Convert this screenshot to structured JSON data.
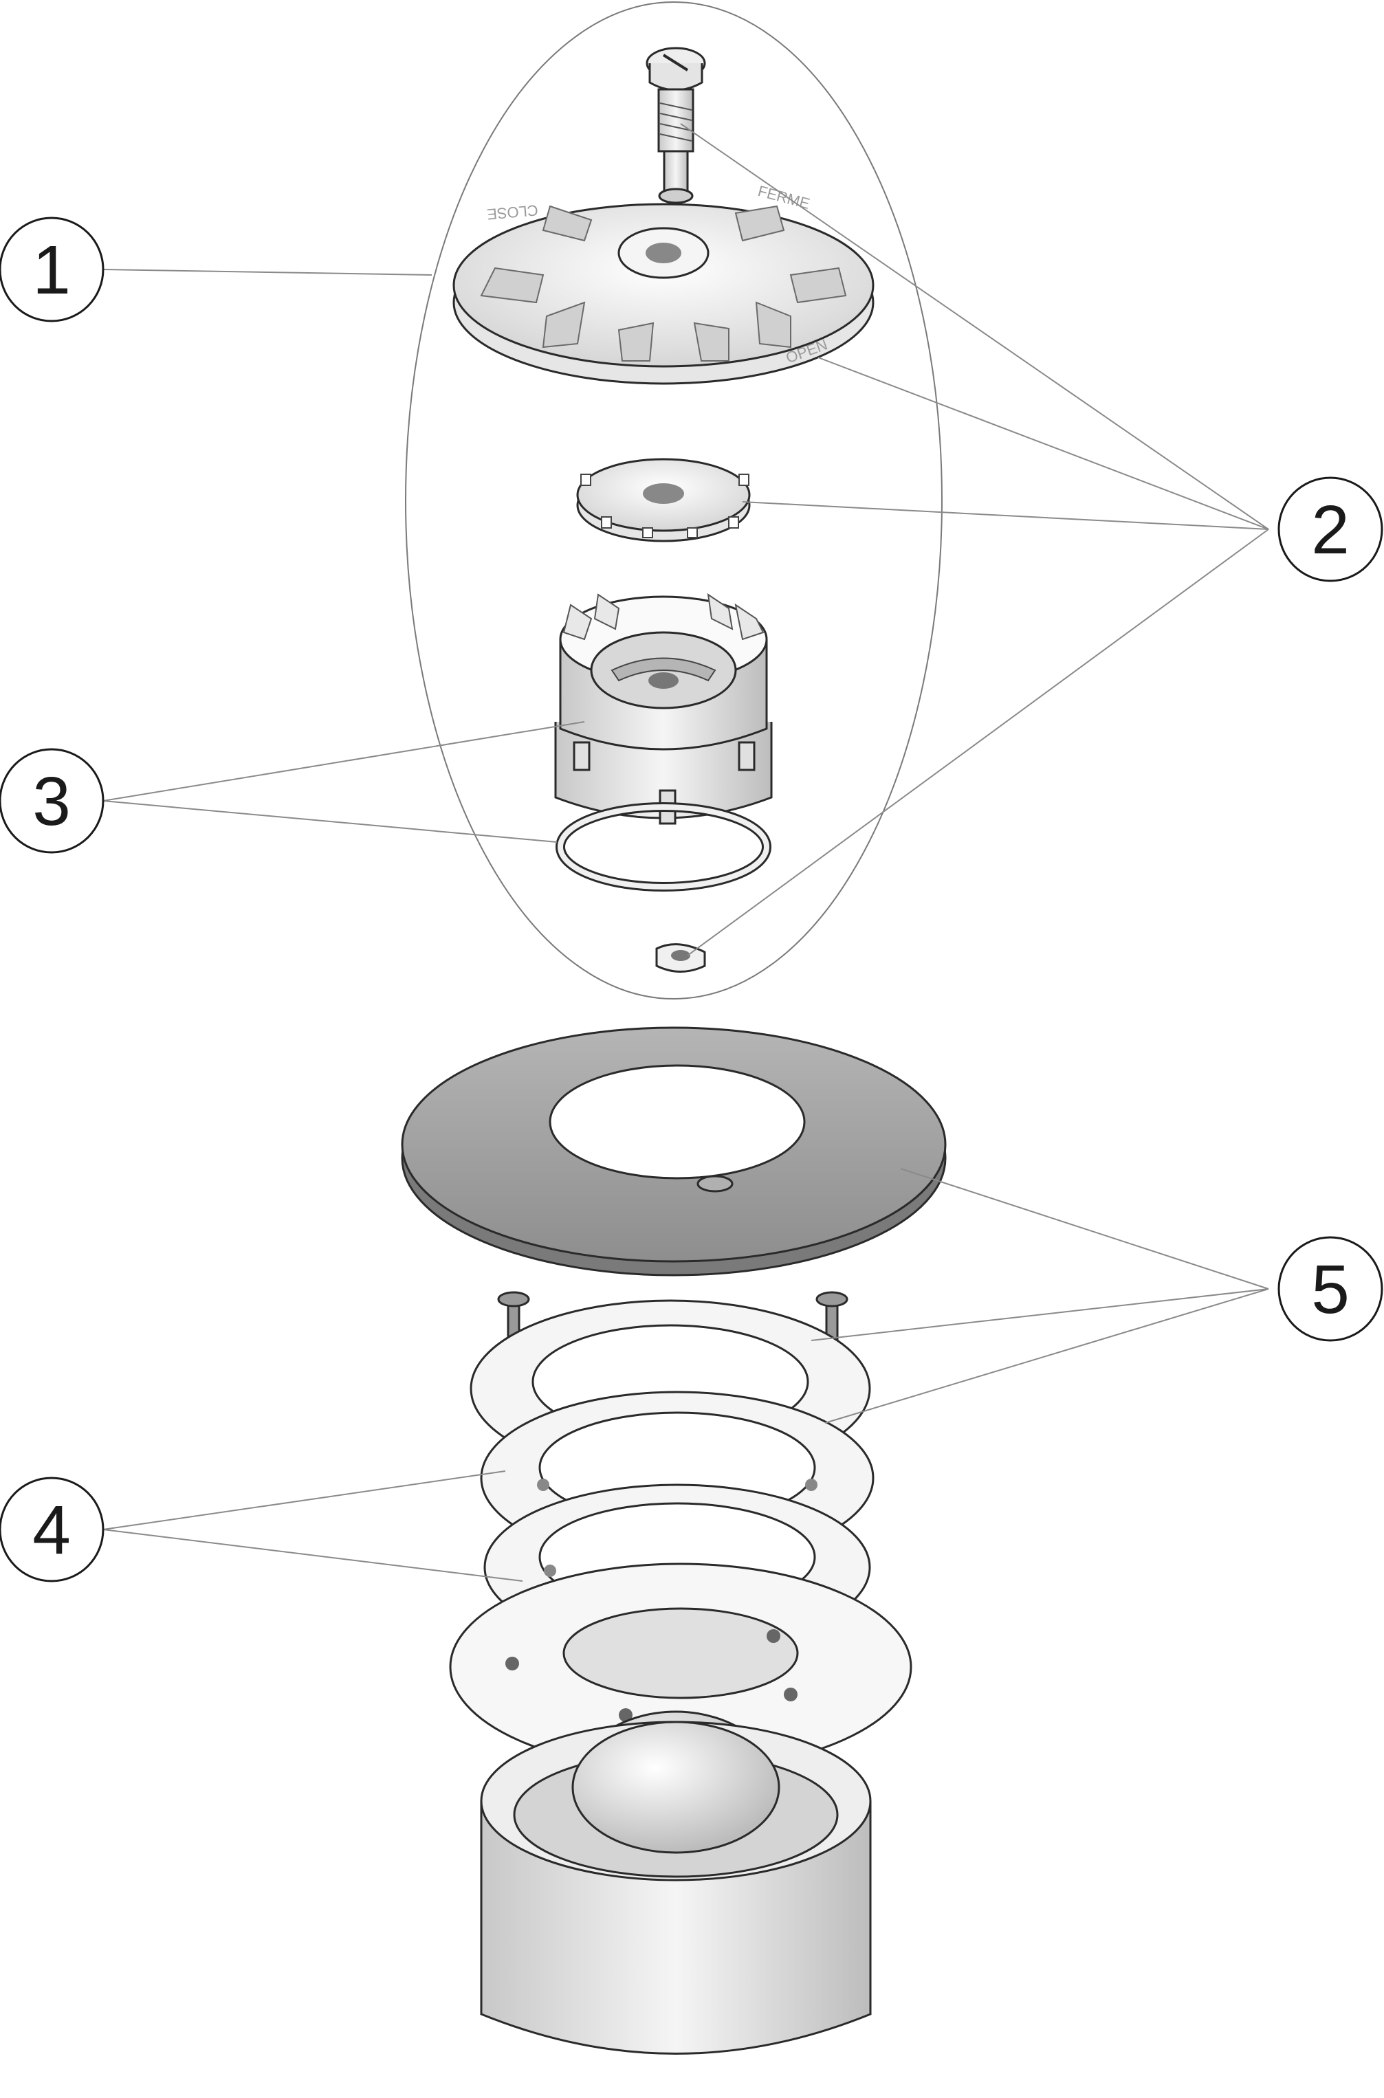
{
  "callouts": [
    {
      "id": "1",
      "label": "1"
    },
    {
      "id": "2",
      "label": "2"
    },
    {
      "id": "3",
      "label": "3"
    },
    {
      "id": "4",
      "label": "4"
    },
    {
      "id": "5",
      "label": "5"
    }
  ],
  "embossed_text": {
    "close": "CLOSE",
    "fermer": "FERME",
    "open": "OPEN"
  },
  "colors": {
    "line": "#2a2a2a",
    "leader": "#8a8a8a",
    "escutcheon": "#9e9e9e",
    "part_light": "#f2f2f2"
  }
}
